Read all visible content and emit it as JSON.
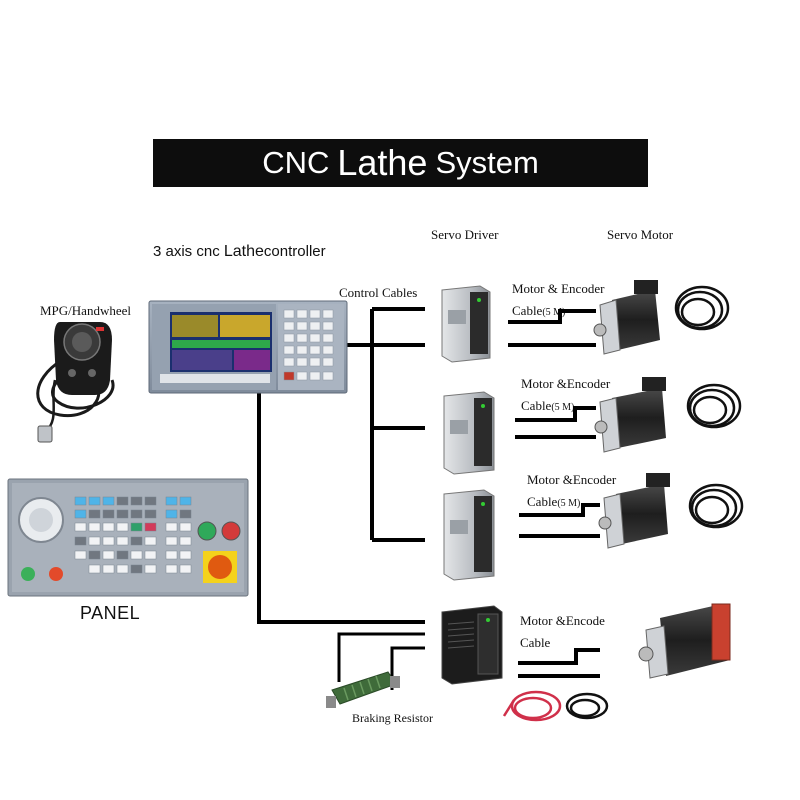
{
  "title": {
    "part1": "CNC",
    "part2": "Lathe",
    "part3": "System"
  },
  "controller": {
    "label_prefix": "3 axis cnc ",
    "label_big": "Lathe",
    "label_suffix": "controller"
  },
  "labels": {
    "mpg": "MPG/Handwheel",
    "control_cables": "Control Cables",
    "servo_driver": "Servo Driver",
    "servo_motor": "Servo Motor",
    "panel": "PANEL",
    "braking_resistor": "Braking Resistor"
  },
  "cable_labels": [
    {
      "line1": "Motor & Encoder",
      "line2": "Cable",
      "size": "(5 M)"
    },
    {
      "line1": "Motor &Encoder",
      "line2": "Cable",
      "size": "(5 M)"
    },
    {
      "line1": "Motor &Encoder",
      "line2": "Cable",
      "size": "(5 M)"
    },
    {
      "line1": "Motor &Encode",
      "line2": "Cable",
      "size": ""
    }
  ],
  "colors": {
    "banner": "#0d0d0d",
    "line": "#000000",
    "controller_body": "#8e9aaa",
    "screen": "#1a2f6e",
    "panel_body": "#9aa3ae",
    "driver_body": "#b9bdc2",
    "spindle_driver": "#1c1c1c",
    "motor_body": "#2a2a2a",
    "resistor": "#3f6b3a",
    "cable_red": "#d0304a",
    "stop_button": "#e05a10"
  },
  "icons": [
    "handwheel-icon",
    "controller-icon",
    "panel-icon",
    "servo-driver-icon",
    "servo-motor-icon",
    "encoder-cable-icon",
    "spindle-driver-icon",
    "spindle-motor-icon",
    "braking-resistor-icon"
  ]
}
